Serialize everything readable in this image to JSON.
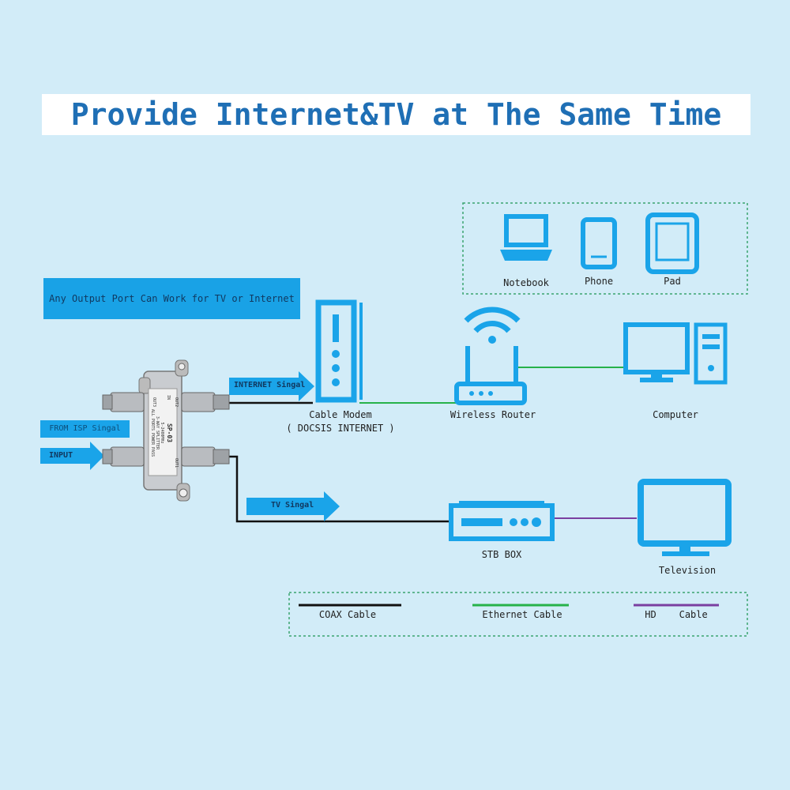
{
  "title": "Provide Internet&TV at The Same Time",
  "note": "Any Output Port Can Work for TV or Internet",
  "splitter": {
    "model": "SP-03",
    "freq": "5-2400MHz",
    "type": "3-WAY SPLITTER",
    "power": "ALL PORTS POWER PASS",
    "port_in": "IN",
    "port_out1": "OUT1",
    "port_out2": "OUT2",
    "port_out3": "OUT3"
  },
  "labels": {
    "from_isp": "FROM ISP Singal",
    "input": "INPUT",
    "internet_signal": "INTERNET Singal",
    "tv_signal": "TV Singal",
    "cable_modem": "Cable Modem",
    "docsis": "( DOCSIS INTERNET )",
    "wireless_router": "Wireless Router",
    "computer": "Computer",
    "stb_box": "STB BOX",
    "television": "Television",
    "notebook": "Notebook",
    "phone": "Phone",
    "pad": "Pad"
  },
  "legend": [
    {
      "label": "COAX Cable",
      "color": "#111111"
    },
    {
      "label": "Ethernet Cable",
      "color": "#27b24a"
    },
    {
      "label": "HD    Cable",
      "color": "#7a3fa0"
    }
  ],
  "colors": {
    "title": "#1f6fb5",
    "device": "#1aa4e9",
    "coax": "#111111",
    "ethernet": "#27b24a",
    "hd": "#7a3fa0"
  }
}
